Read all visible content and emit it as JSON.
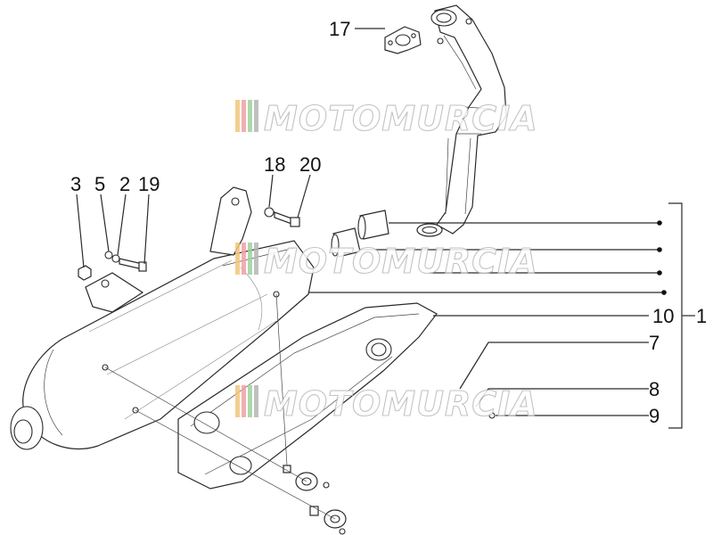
{
  "callouts": {
    "c17": "17",
    "c18": "18",
    "c20": "20",
    "c3": "3",
    "c5": "5",
    "c2": "2",
    "c19": "19",
    "c10": "10",
    "c1": "1",
    "c7": "7",
    "c8": "8",
    "c9": "9"
  },
  "watermark": {
    "text": "MOTOMURCIA",
    "colors": [
      "#f2c77a",
      "#f3a0a0",
      "#9fd19f",
      "#b6b6b6"
    ]
  }
}
